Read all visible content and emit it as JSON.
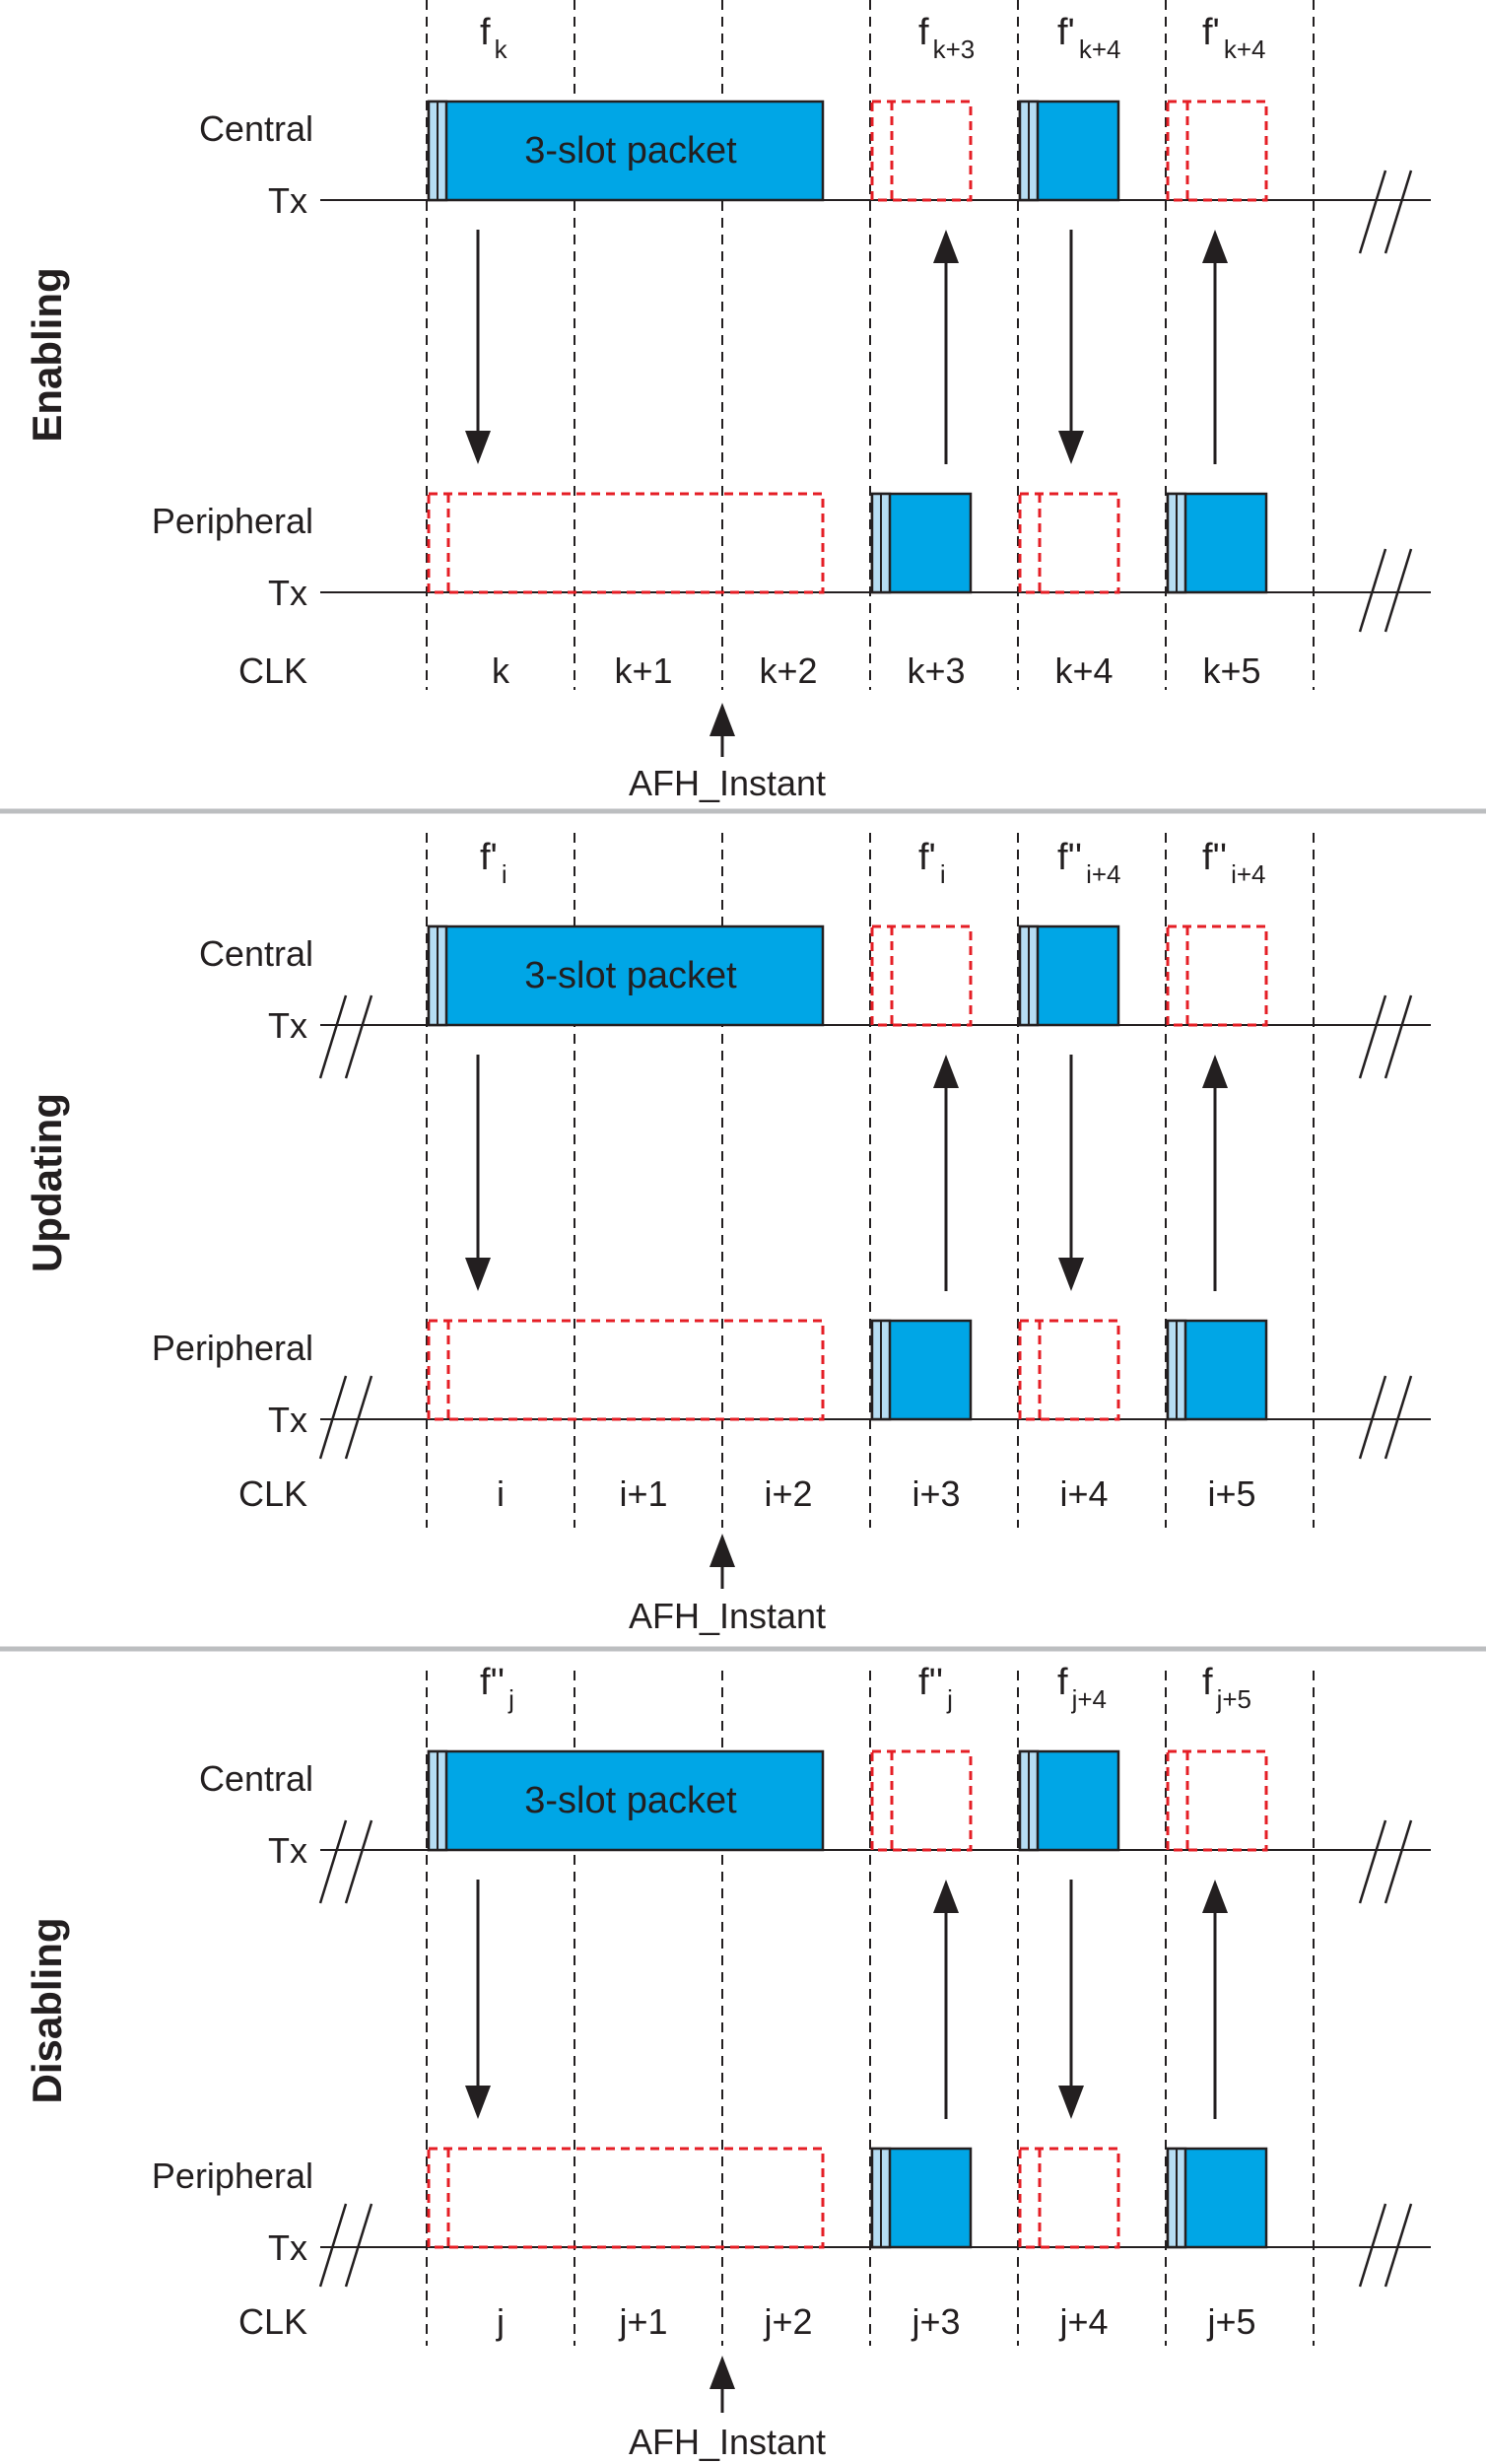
{
  "colors": {
    "packet_fill": "#00a6e6",
    "packet_access_code": "#b6ddf3",
    "packet_stroke": "#231f20",
    "empty_slot_stroke": "#e51e25",
    "line": "#231f20",
    "separator": "#bcbec0"
  },
  "row_labels": {
    "central": "Central",
    "peripheral": "Peripheral",
    "tx": "Tx",
    "clk": "CLK"
  },
  "packet_label": "3-slot packet",
  "instant_label": "AFH_Instant",
  "sections": [
    {
      "id": "enabling",
      "title": "Enabling",
      "left_break": false,
      "frequencies": [
        {
          "base": "f",
          "sub": "k"
        },
        {
          "base": "f",
          "sub": "k+3"
        },
        {
          "base": "f'",
          "sub": "k+4"
        },
        {
          "base": "f'",
          "sub": "k+4"
        }
      ],
      "clk": [
        "k",
        "k+1",
        "k+2",
        "k+3",
        "k+4",
        "k+5"
      ]
    },
    {
      "id": "updating",
      "title": "Updating",
      "left_break": true,
      "frequencies": [
        {
          "base": "f'",
          "sub": "i"
        },
        {
          "base": "f'",
          "sub": "i"
        },
        {
          "base": "f''",
          "sub": "i+4"
        },
        {
          "base": "f''",
          "sub": "i+4"
        }
      ],
      "clk": [
        "i",
        "i+1",
        "i+2",
        "i+3",
        "i+4",
        "i+5"
      ]
    },
    {
      "id": "disabling",
      "title": "Disabling",
      "left_break": true,
      "frequencies": [
        {
          "base": "f''",
          "sub": "j"
        },
        {
          "base": "f''",
          "sub": "j"
        },
        {
          "base": "f",
          "sub": "j+4"
        },
        {
          "base": "f",
          "sub": "j+5"
        }
      ],
      "clk": [
        "j",
        "j+1",
        "j+2",
        "j+3",
        "j+4",
        "j+5"
      ]
    }
  ]
}
